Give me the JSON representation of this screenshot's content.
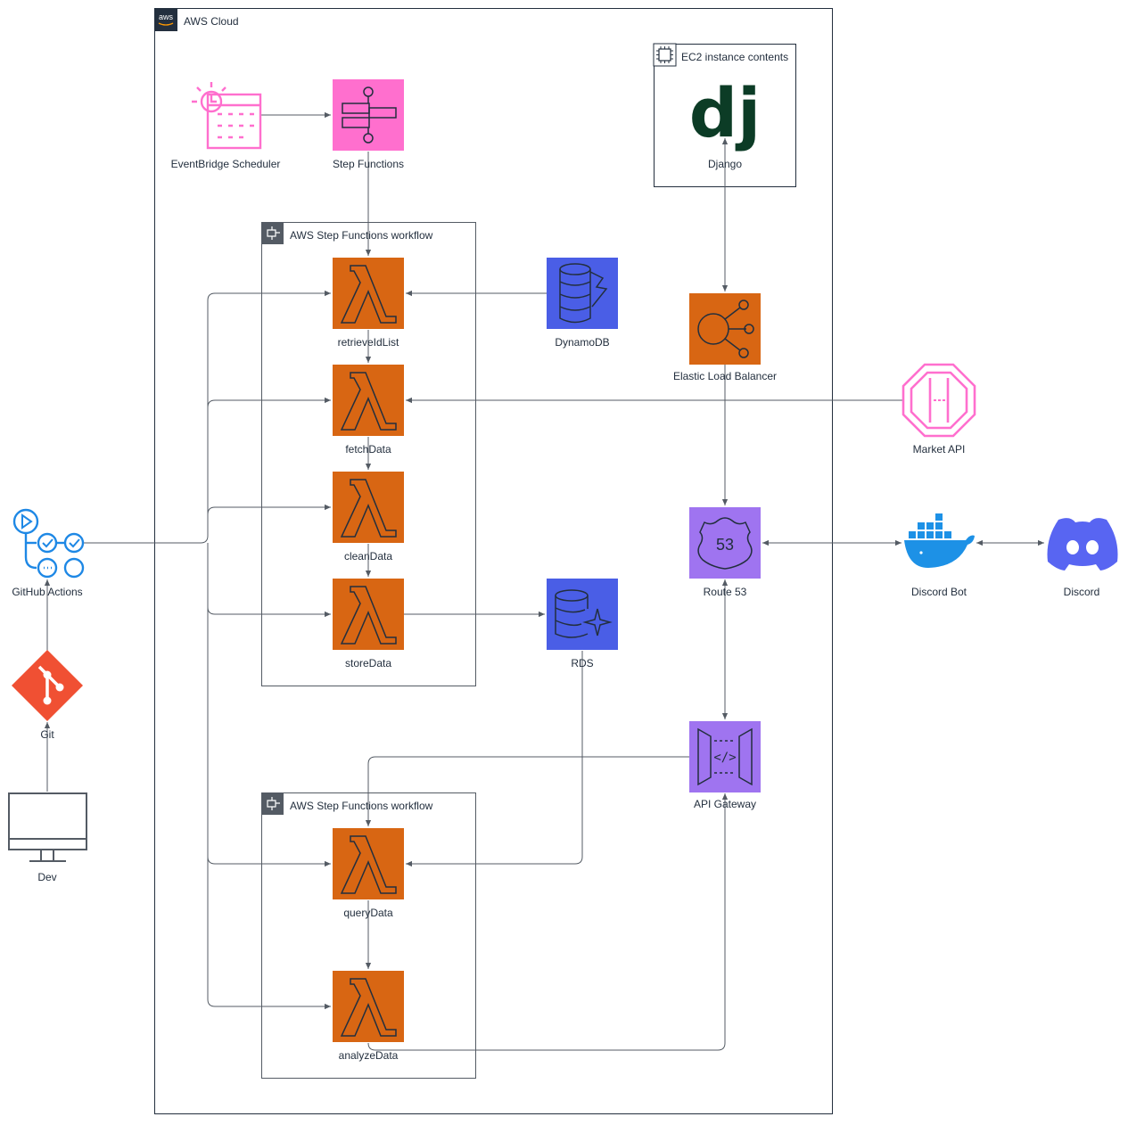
{
  "groups": {
    "aws_cloud": "AWS Cloud",
    "ec2": "EC2 instance contents",
    "workflow_1": "AWS Step Functions workflow",
    "workflow_2": "AWS Step Functions workflow"
  },
  "nodes": {
    "eventbridge": "EventBridge Scheduler",
    "step_functions": "Step Functions",
    "django": "Django",
    "retrieve": "retrieveIdList",
    "dynamodb": "DynamoDB",
    "elb": "Elastic Load Balancer",
    "fetch": "fetchData",
    "market_api": "Market API",
    "clean": "cleanData",
    "route53": "Route 53",
    "route53_badge": "53",
    "discord_bot": "Discord Bot",
    "discord": "Discord",
    "github_actions": "GitHub Actions",
    "store": "storeData",
    "rds": "RDS",
    "git": "Git",
    "api_gateway": "API Gateway",
    "api_glyph": "</>",
    "dev": "Dev",
    "query": "queryData",
    "analyze": "analyzeData",
    "aws_badge": "aws",
    "django_logo": "dj"
  },
  "colors": {
    "lambda": "#d86613",
    "step_functions": "#ff6fce",
    "database": "#4a5ee6",
    "networking": "#9f74f0",
    "github": "#1e88e5",
    "git": "#f05033",
    "docker": "#1d91e6",
    "discord": "#5865f2",
    "django": "#0c3c26",
    "line": "#545b64"
  }
}
